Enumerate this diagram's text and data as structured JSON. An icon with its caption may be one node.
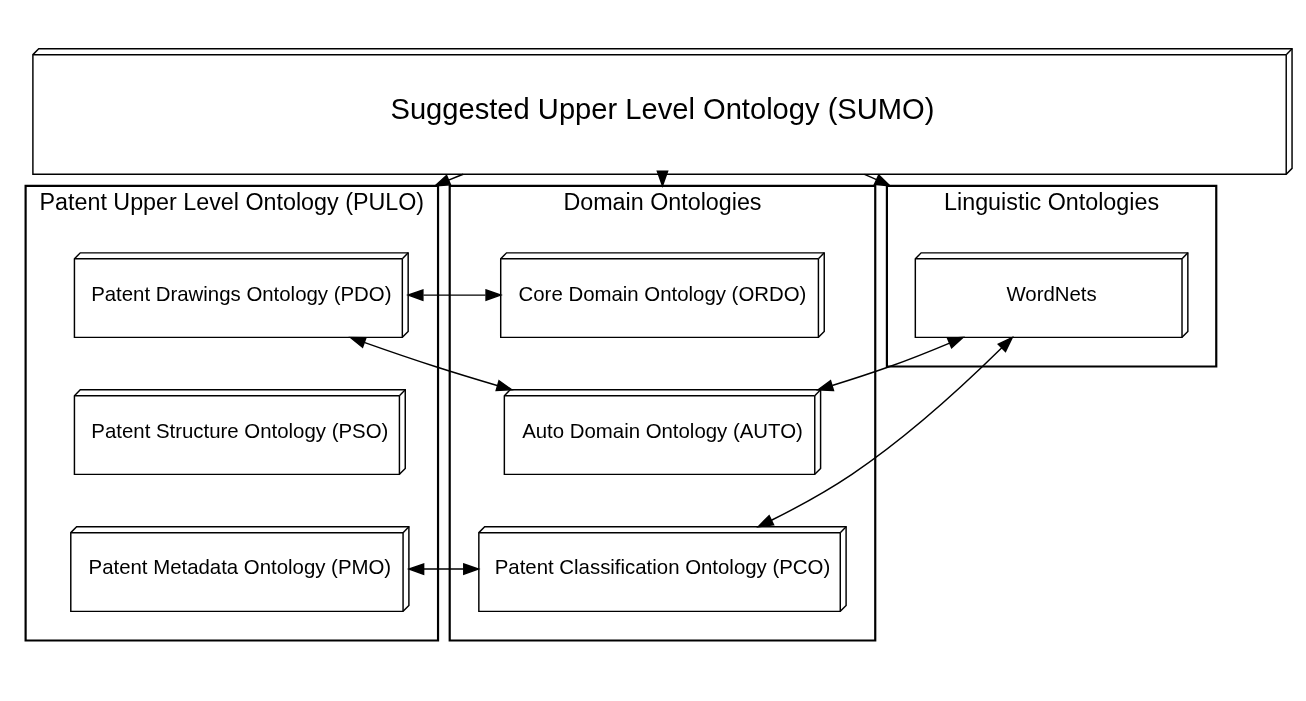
{
  "diagram": {
    "nodes": [
      {
        "text": [
          "Suggested Upper Level Ontology (SUMO)"
        ]
      },
      {
        "text": [
          "Patent Upper Level Ontology (PULO)"
        ]
      },
      {
        "text": [
          "Patent Drawings Ontology (PDO)"
        ],
        "in": 1
      },
      {
        "text": [
          "Patent Structure Ontology (PSO)"
        ],
        "in": 1
      },
      {
        "text": [
          "Patent Metadata Ontology (PMO)"
        ],
        "in": 1
      },
      {
        "text": [
          "Domain Ontologies"
        ]
      },
      {
        "text": [
          "Core Domain Ontology (ORDO)"
        ],
        "in": 5
      },
      {
        "text": [
          "Auto Domain Ontology (AUTO)"
        ],
        "in": 5
      },
      {
        "text": [
          "Patent Classification Ontology (PCO)"
        ],
        "in": 5
      },
      {
        "text": [
          "Linguistic Ontologies"
        ]
      },
      {
        "text": [
          "WordNets"
        ],
        "in": 9
      }
    ],
    "edges": [
      {
        "from": 0,
        "to": 1,
        "arrow": "to"
      },
      {
        "from": 0,
        "to": 5,
        "arrow": "to"
      },
      {
        "from": 0,
        "to": 9,
        "arrow": "to"
      },
      {
        "from": 2,
        "to": 6,
        "arrow": "both"
      },
      {
        "from": 2,
        "to": 7,
        "arrow": "both"
      },
      {
        "from": 4,
        "to": 8,
        "arrow": "both"
      },
      {
        "from": 10,
        "to": 7,
        "arrow": "both"
      },
      {
        "from": 10,
        "to": 8,
        "arrow": "both"
      }
    ]
  }
}
